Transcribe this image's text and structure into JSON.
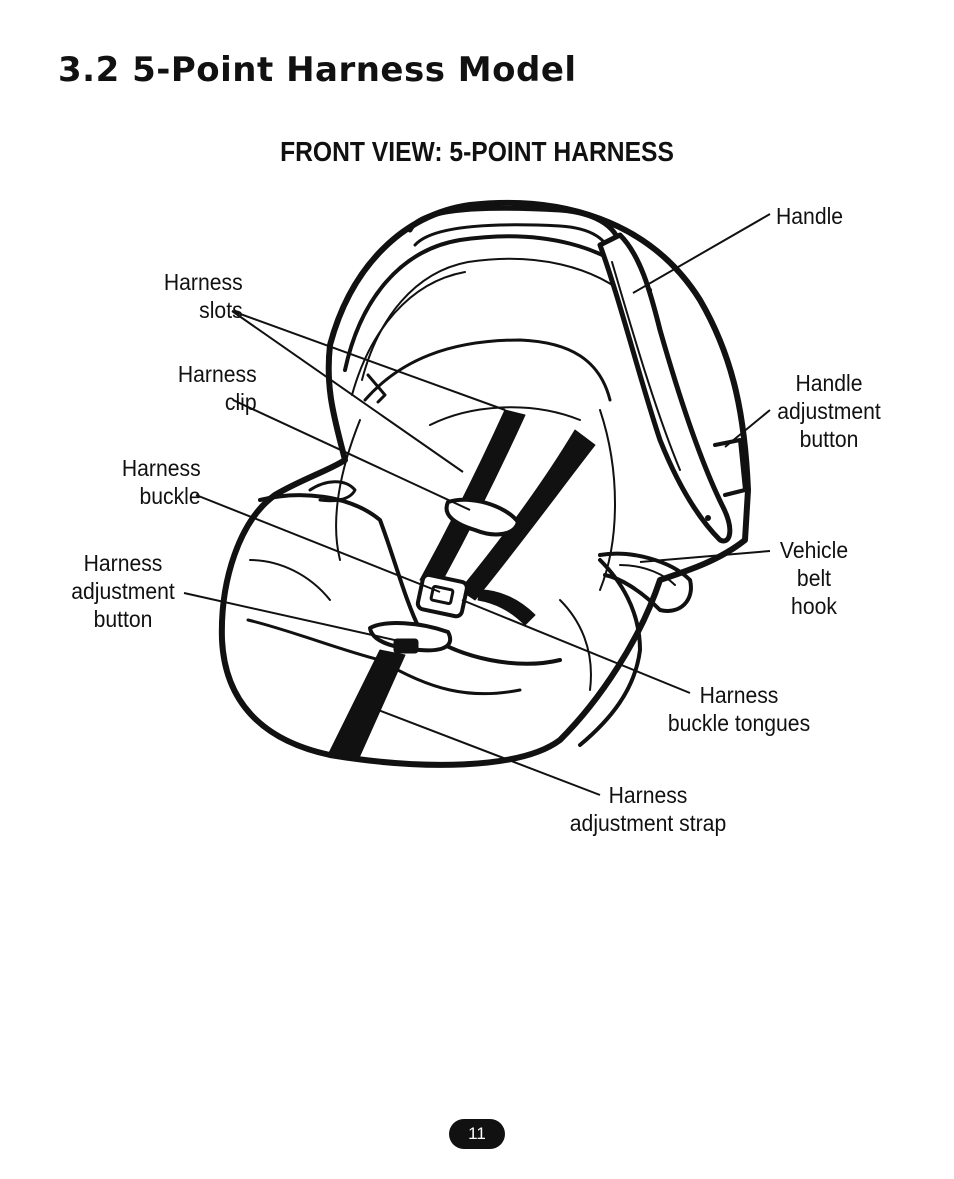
{
  "section_title": "3.2 5-Point Harness Model",
  "figure_title": "FRONT VIEW: 5-POINT HARNESS",
  "callouts": {
    "handle": "Handle",
    "harness_slots": "Harness\nslots",
    "harness_clip": "Harness\nclip",
    "harness_buckle": "Harness\nbuckle",
    "harness_adjustment_button": "Harness\nadjustment\nbutton",
    "handle_adjustment_button": "Handle\nadjustment\nbutton",
    "vehicle_belt_hook": "Vehicle\nbelt\nhook",
    "harness_buckle_tongues": "Harness\nbuckle tongues",
    "harness_adjustment_strap": "Harness\nadjustment strap"
  },
  "page_number": "11"
}
